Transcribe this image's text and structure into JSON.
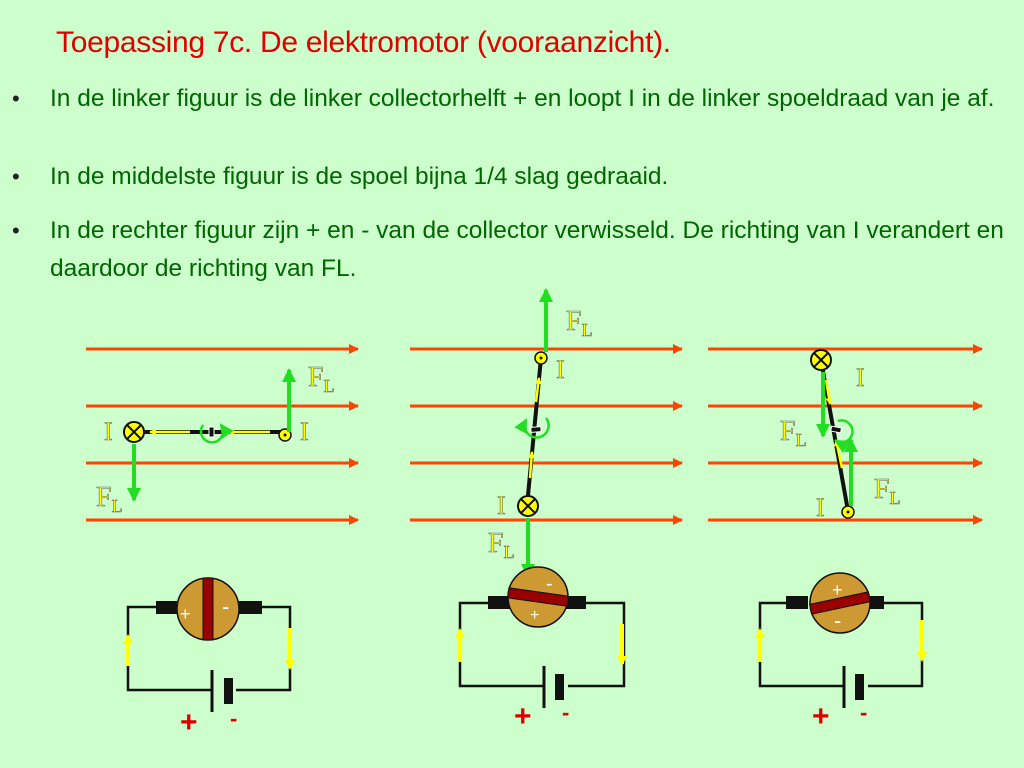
{
  "title": "Toepassing 7c. De elektromotor (vooraanzicht).",
  "bullets": [
    "In de linker figuur is de linker collectorhelft + en loopt I in de linker spoeldraad van je af.",
    "In de middelste figuur is de spoel bijna 1/4 slag gedraaid.",
    "In de rechter figuur zijn + en - van de collector verwisseld. De richting van I verandert en daardoor de richting van FL."
  ],
  "labels": {
    "current": "I",
    "force_main": "F",
    "force_sub": "L",
    "plus": "+",
    "minus": "-"
  },
  "colors": {
    "background": "#ccffcc",
    "title": "#e00000",
    "text": "#006600",
    "field_lines": "#ff4400",
    "force_arrow": "#22dd22",
    "current_arrow": "#ffff00",
    "collector": "#cc9933",
    "collector_bar": "#990000"
  }
}
